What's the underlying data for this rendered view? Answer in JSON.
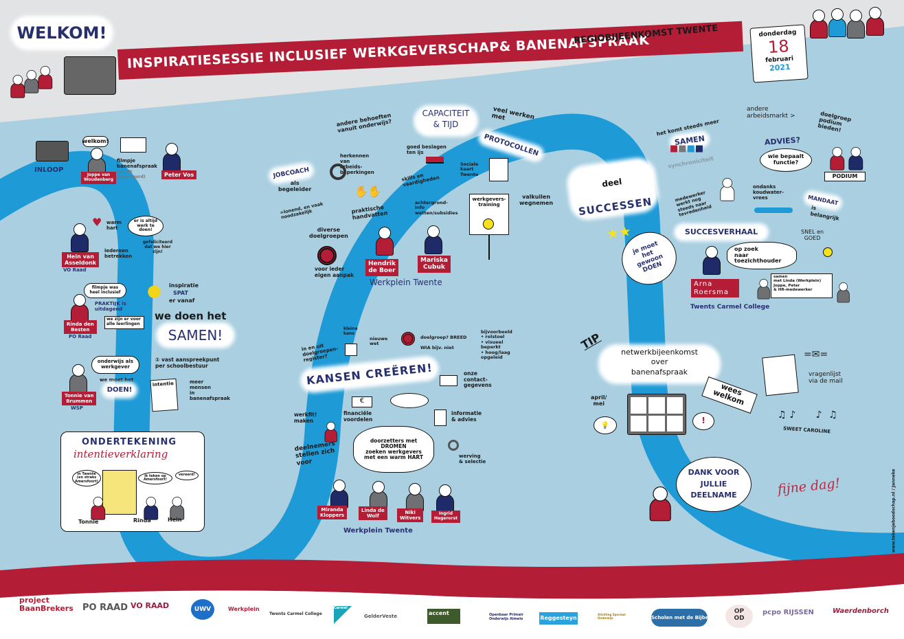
{
  "header": {
    "welcome": "WELKOM!",
    "title": "INSPIRATIESESSIE  INCLUSIEF  WERKGEVERSCHAP& BANENAFSPRAAK",
    "subtitle": "REGIOBIJEENKOMST TWENTE",
    "calendar": {
      "day_name": "donderdag",
      "day": "18",
      "month": "februari",
      "year": "2021"
    }
  },
  "left": {
    "inloop": "INLOOP",
    "welkom": "welkom!",
    "joppe": "Joppe van\nWoudenberg",
    "filmpje": "filmpje\nbanenafspraak",
    "nagestuurd": "(wordt\nnagestuurd)",
    "peter": "Peter Vos",
    "warm_hart": "warm\nhart",
    "altijd_werk": "er is altijd\nwerk te\ndoen!",
    "iedereen": "iedereen\nbetrekken",
    "gefeliciteerd": "gefeliciteerd\ndat we hier\nzijn!",
    "hein": "Hein van\nAsseldonk",
    "vo_raad": "VO Raad",
    "filmpje_inclusief": "filmpje was\nheel inclusief",
    "praktijk": "PRAKTIJK is\nuitdagend",
    "rinda": "Rinda den\nBesten",
    "po_raad": "PO Raad",
    "leerlingen": "we zijn er voor\nalle leerlingen",
    "inspiratie": "inspiratie",
    "spat": "SPAT",
    "er_vanaf": "er vanaf",
    "we_doen_het": "we doen het",
    "samen": "SAMEN!",
    "onderwijs": "onderwijs als\nwerkgever",
    "moet_het": "we moet het",
    "doen": "DOEN!",
    "tonnie": "Tonnie van\nBrummen",
    "wsp": "WSP",
    "aanspreekpunt": "① vast aanspreekpunt\nper schoolbestuur",
    "intentie": "intentie",
    "meer_mensen": "meer\nmensen\nin\nbanenafspraak",
    "ondertekening": {
      "title": "ONDERTEKENING",
      "subtitle": "intentieverklaring",
      "b1": "in Twente\n(en straks\nAmersfoort)",
      "b2": "ik teken op\nAmersfoort!",
      "b3": "vereerd!",
      "n1": "Tonnie",
      "n2": "Rinda",
      "n3": "Hein"
    }
  },
  "middle": {
    "andere_behoeften": "andere behoeften\nvanuit onderwijs?",
    "jobcoach": "JOBCOACH",
    "als_begeleider": "als\nbegeleider",
    "lonend": "=lonend, en vaak\nnoodzakelijk",
    "diverse": "diverse\ndoelgroepen",
    "ieder": "voor ieder\neigen aanpak",
    "herkennen": "herkennen\nvan\narbeids-\nbeperkingen",
    "handvatten": "praktische\nhandvatten",
    "hendrik": "Hendrik\nde Boer",
    "mariska": "Mariska\nCubuk",
    "werkplein1": "Werkplein Twente",
    "capaciteit": "CAPACITEIT\n& TIJD",
    "beslagen": "goed beslagen\nten ijs",
    "skills": "skills en\nvaardigheden",
    "achtergrond": "achtergrond-\ninfo\nwetten/subsidies",
    "veel_werken": "veel werken\nmet",
    "protocollen": "PROTOCOLLEN",
    "sociale_kaart": "Sociale\nkaart\nTwente",
    "training": "werkgevers-\ntraining",
    "valkuilen": "valkuilen\nwegnemen",
    "register": "in en uit\ndoelgroepen-\nregister?",
    "kleine_kans": "kleine\nkans",
    "nieuwe_wet": "nieuwe\nwet",
    "doelgroep": "doelgroep? BREED",
    "wia": "WIA bijv. niet",
    "bijvoorbeeld": "bijvoorbeeld\n• rolstoel\n• visueel\n  beperkt\n• hoog/laag\n  opgeleid",
    "kansen": "KANSEN CREËREN!",
    "contact": "onze\ncontact-\ngegevens",
    "werkfit": "werkfit!\nmaken",
    "financieel": "financiële\nvoordelen",
    "informatie": "informatie\n& advies",
    "dromen": "doorzetters met\nDROMEN\nzoeken werkgevers\nmet een warm HART",
    "werving": "werving\n& selectie",
    "deelnemers": "deelnemers\nstellen zich\nvoor",
    "miranda": "Miranda\nKloppers",
    "linda": "Linda de\nWolf",
    "niki": "Niki\nWitvers",
    "ingrid": "Ingrid\nHegerorst",
    "werkplein2": "Werkplein  Twente"
  },
  "right": {
    "andere_markt": "andere\narbeidsmarkt >",
    "podium_bieden": "doelgroep\npodium\nbieden!",
    "advies": "ADVIES?",
    "wie_bepaalt": "wie bepaalt\nfunctie?",
    "podium": "PODIUM",
    "koudwater": "ondanks\nkoudwater-\nvrees",
    "mandaat": "MANDAAT",
    "belangrijk": "is\nbelangrijk",
    "steeds_meer": "het komt steeds meer",
    "samen": "SAMEN",
    "synchroniciteit": "synchroniciteit",
    "tevredenheid": "medewerker\nwerkt nog\nsteeds naar\ntevredenheid",
    "deel": "deel",
    "successen": "SUCCESSEN",
    "gewoon_doen": "je moet\nhet\ngewoon\nDOEN",
    "succesverhaal": "SUCCESVERHAAL",
    "toezicht": "op zoek\nnaar\ntoezichthouder",
    "snel": "SNEL en\nGOED",
    "arna": "Arna\nRoersma",
    "carmel": "Twents Carmel College",
    "samen_met": "samen\nmet Linda (Werkplein)\nJoppe, Peter\n& HR-medewerker",
    "tip": "TIP",
    "netwerk": "netwerkbijeenkomst\nover\nbanenafspraak",
    "april": "april/\nmei",
    "wees_welkom": "wees\nwelkom",
    "vragenlijst": "vragenlijst\nvia de mail",
    "sweet": "SWEET CAROLINE",
    "dank": "DANK VOOR\nJULLIE\nDEELNAME",
    "fijne_dag": "fijne dag!",
    "credit": "www.tekenjeboodschap.nl / Janneke"
  },
  "footer": {
    "logos": [
      "project\nBaanBrekers",
      "PO RAAD",
      "VO RAAD",
      "UWV",
      "Werkplein",
      "Twents Carmel College",
      "Carmel",
      "GelderVeste",
      "accent",
      "Openbaar Primair\nOnderwijs Almelo",
      "Reggesteyn",
      "Stichting Speciaal Onderwijs",
      "Scholen met de Bijbel",
      "OP\nOD",
      "pcpo RIJSSEN",
      "Waerdenborch"
    ]
  },
  "colors": {
    "sky": "#a9cfe1",
    "river": "#1e9ad6",
    "banner": "#b31d35",
    "navy": "#27306e",
    "top": "#e2e3e5"
  }
}
